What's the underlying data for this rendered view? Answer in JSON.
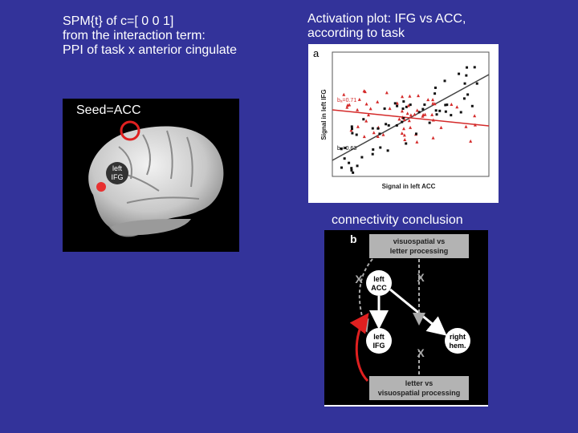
{
  "captions": {
    "left": [
      "SPM{t} of c=[ 0 0 1]",
      "from the interaction term:",
      "PPI of task x anterior cingulate"
    ],
    "right": [
      "Activation plot: IFG vs ACC,",
      "according to task"
    ],
    "conclusion": "connectivity conclusion"
  },
  "brain": {
    "seed_label": "Seed=ACC",
    "region_label_1": "left",
    "region_label_2": "IFG"
  },
  "plot": {
    "panel_letter": "a",
    "xlabel": "Signal in left ACC",
    "ylabel": "Signal in left IFG",
    "annotation_red": "bₐ=0.71",
    "annotation_black": "bₐ=0.63"
  },
  "diagram": {
    "panel_letter": "b",
    "top_box": [
      "visuospatial vs",
      "letter processing"
    ],
    "bottom_box": [
      "letter vs",
      "visuospatial processing"
    ],
    "node_acc": [
      "left",
      "ACC"
    ],
    "node_ifg": [
      "left",
      "IFG"
    ],
    "node_right": [
      "right",
      "hem."
    ],
    "x_mark": "X"
  },
  "colors": {
    "background": "#33339a",
    "seed_circle": "#e02020",
    "red_series": "#d42a2a"
  }
}
